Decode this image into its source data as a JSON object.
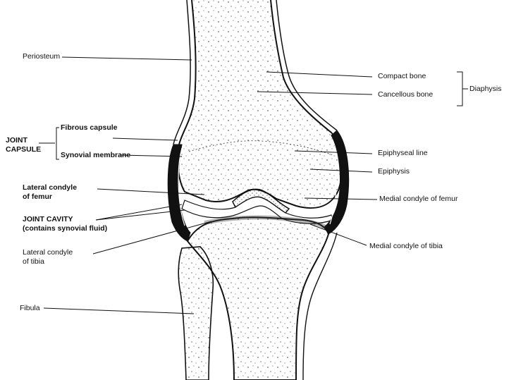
{
  "labels": {
    "periosteum": "Periosteum",
    "compact_bone": "Compact bone",
    "cancellous_bone": "Cancellous bone",
    "diaphysis": "Diaphysis",
    "joint_capsule_1": "JOINT",
    "joint_capsule_2": "CAPSULE",
    "fibrous_capsule": "Fibrous capsule",
    "synovial_membrane": "Synovial membrane",
    "epiphyseal_line": "Epiphyseal line",
    "epiphysis": "Epiphysis",
    "lateral_condyle_femur_1": "Lateral condyle",
    "lateral_condyle_femur_2": "of femur",
    "joint_cavity_1": "JOINT CAVITY",
    "joint_cavity_2": "(contains synovial fluid)",
    "medial_condyle_femur": "Medial condyle of femur",
    "lateral_condyle_tibia_1": "Lateral condyle",
    "lateral_condyle_tibia_2": "of tibia",
    "medial_condyle_tibia": "Medial condyle of tibia",
    "fibula": "Fibula"
  },
  "colors": {
    "ink": "#111111",
    "paper": "#ffffff"
  }
}
